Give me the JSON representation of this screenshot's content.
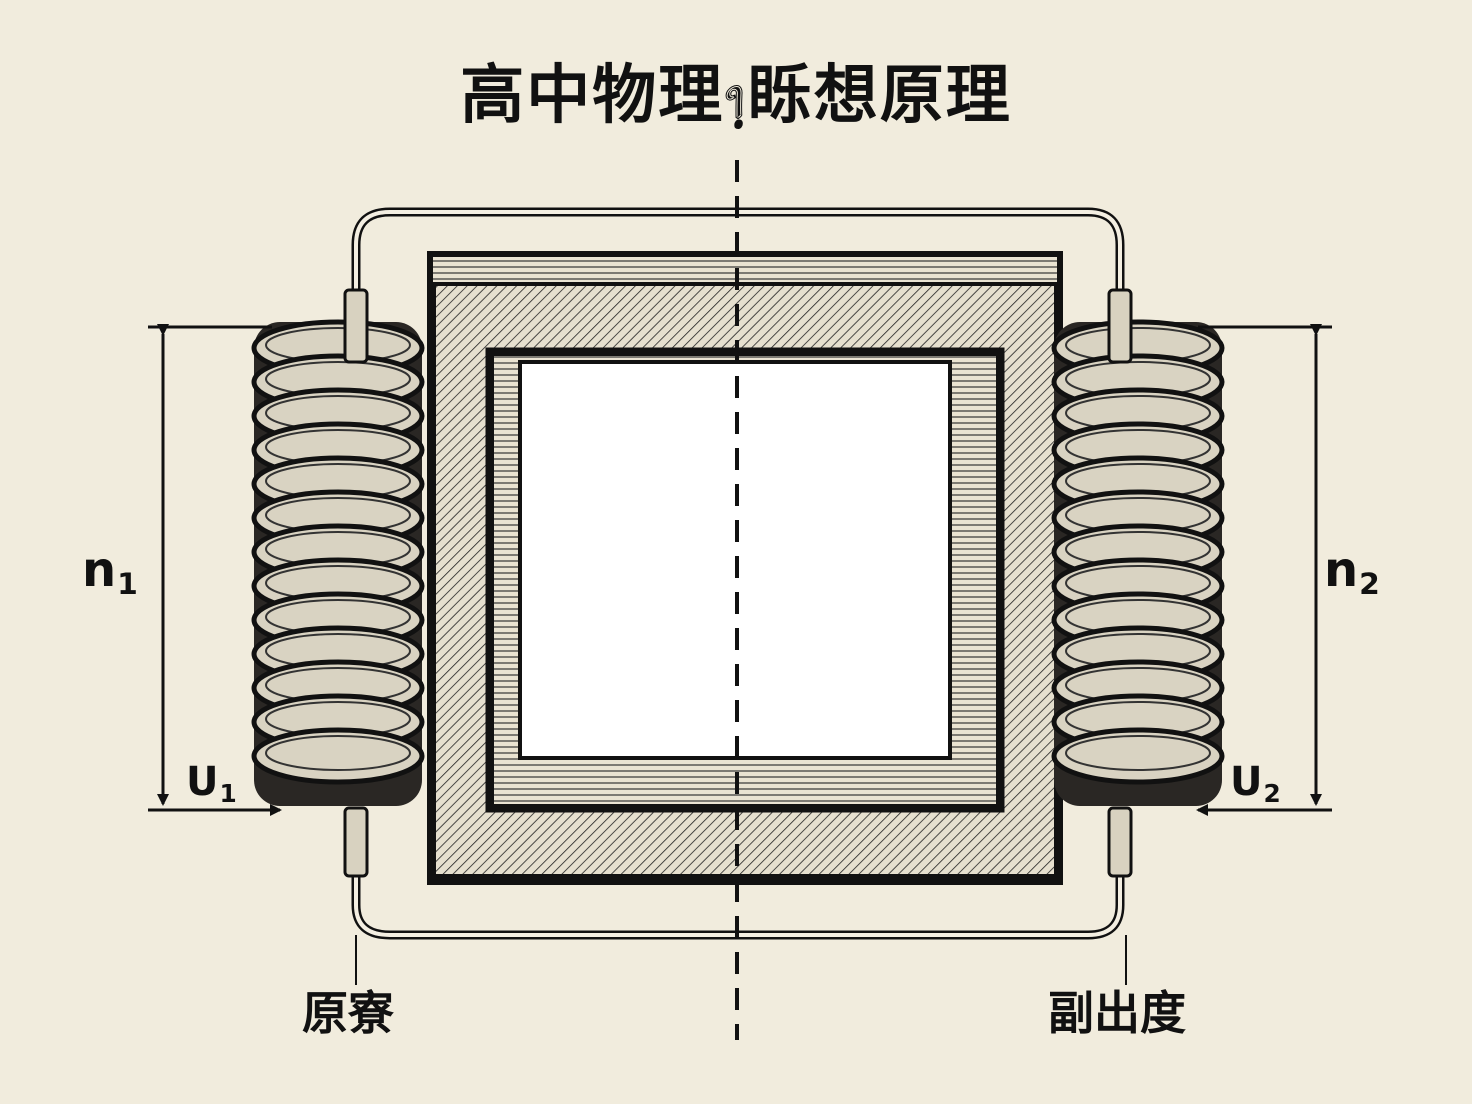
{
  "title": "高中物理᥄䀥想原理",
  "primary": {
    "turns_symbol": "n",
    "turns_index": "1",
    "voltage_symbol": "U",
    "voltage_index": "1",
    "caption": "原寮"
  },
  "secondary": {
    "turns_symbol": "n",
    "turns_index": "2",
    "voltage_symbol": "U",
    "voltage_index": "2",
    "caption": "副出度"
  },
  "colors": {
    "paper": "#f1ecdd",
    "ink": "#111111",
    "core_face": "#e6e0cf",
    "window": "#ffffff"
  }
}
